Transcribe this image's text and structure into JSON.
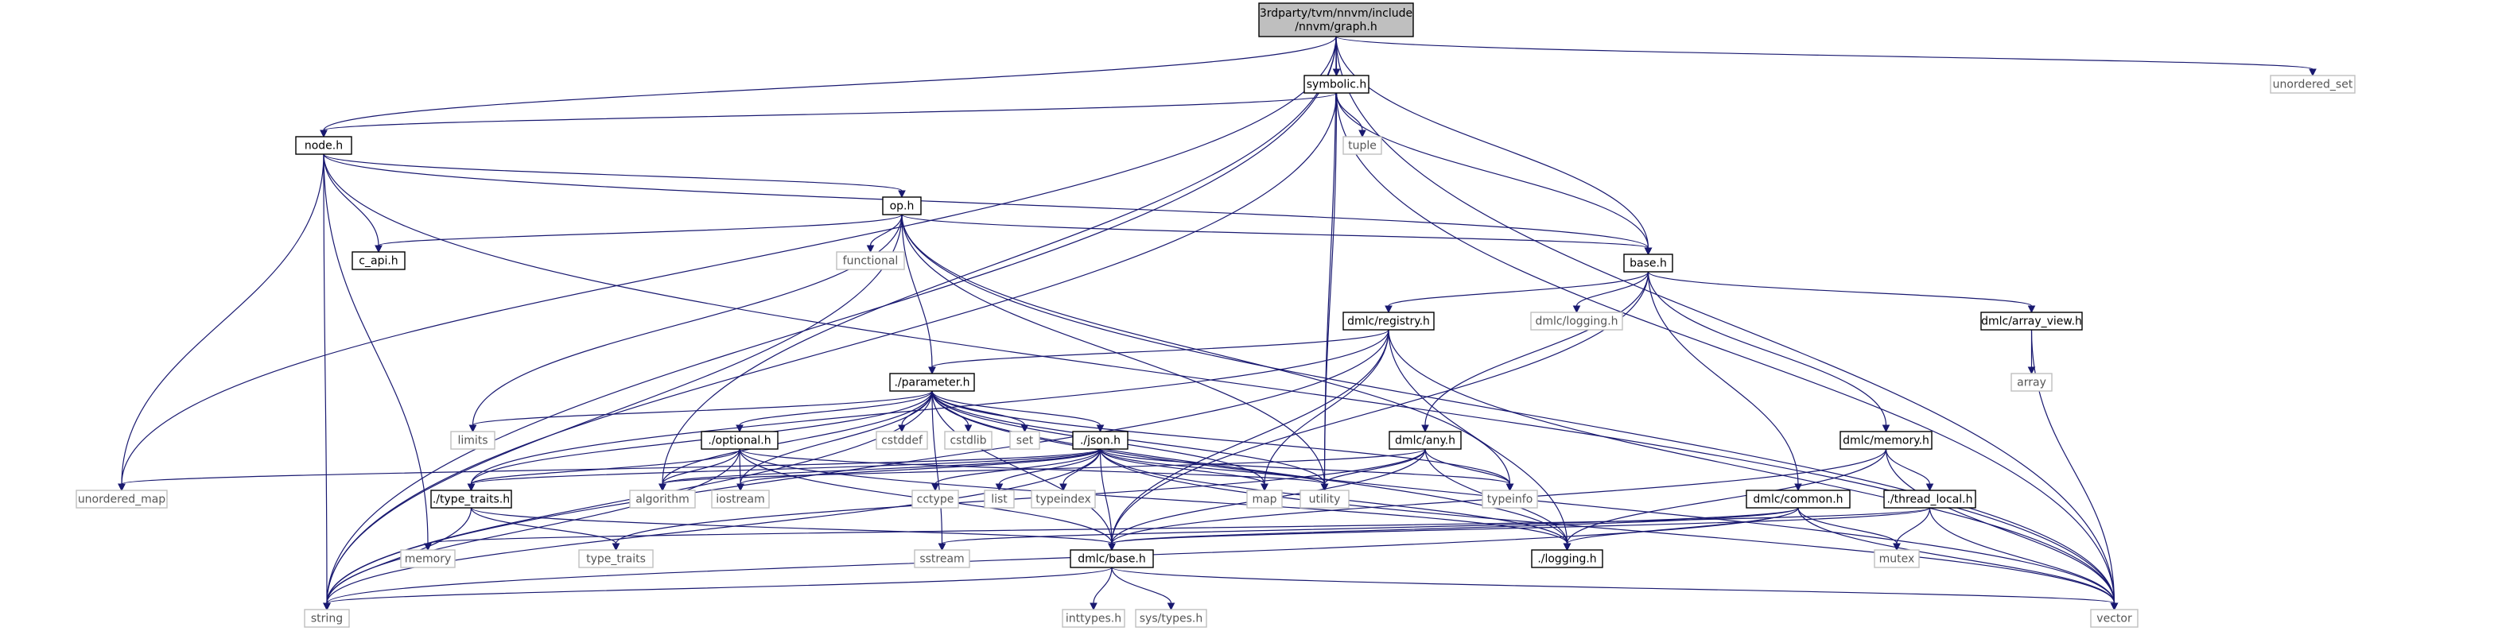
{
  "nodes": [
    {
      "id": "root",
      "kind": "root",
      "lines": [
        "3rdparty/tvm/nnvm/include",
        "/nnvm/graph.h"
      ]
    },
    {
      "id": "symbolic",
      "kind": "file",
      "lines": [
        "symbolic.h"
      ]
    },
    {
      "id": "node",
      "kind": "file",
      "lines": [
        "node.h"
      ]
    },
    {
      "id": "op",
      "kind": "file",
      "lines": [
        "op.h"
      ]
    },
    {
      "id": "c_api",
      "kind": "file",
      "lines": [
        "c_api.h"
      ]
    },
    {
      "id": "base",
      "kind": "file",
      "lines": [
        "base.h"
      ]
    },
    {
      "id": "dmlc_registry",
      "kind": "file",
      "lines": [
        "dmlc/registry.h"
      ]
    },
    {
      "id": "parameter",
      "kind": "file",
      "lines": [
        "./parameter.h"
      ]
    },
    {
      "id": "optional",
      "kind": "file",
      "lines": [
        "./optional.h"
      ]
    },
    {
      "id": "json",
      "kind": "file",
      "lines": [
        "./json.h"
      ]
    },
    {
      "id": "dmlc_any",
      "kind": "file",
      "lines": [
        "dmlc/any.h"
      ]
    },
    {
      "id": "dmlc_memory",
      "kind": "file",
      "lines": [
        "dmlc/memory.h"
      ]
    },
    {
      "id": "dmlc_array_view",
      "kind": "file",
      "lines": [
        "dmlc/array_view.h"
      ]
    },
    {
      "id": "dmlc_common",
      "kind": "file",
      "lines": [
        "dmlc/common.h"
      ]
    },
    {
      "id": "thread_local",
      "kind": "file",
      "lines": [
        "./thread_local.h"
      ]
    },
    {
      "id": "type_traits_h",
      "kind": "file",
      "lines": [
        "./type_traits.h"
      ]
    },
    {
      "id": "dmlc_base",
      "kind": "file",
      "lines": [
        "dmlc/base.h"
      ]
    },
    {
      "id": "logging_local",
      "kind": "file",
      "lines": [
        "./logging.h"
      ]
    },
    {
      "id": "unordered_set",
      "kind": "external",
      "lines": [
        "unordered_set"
      ]
    },
    {
      "id": "tuple",
      "kind": "external",
      "lines": [
        "tuple"
      ]
    },
    {
      "id": "functional",
      "kind": "external",
      "lines": [
        "functional"
      ]
    },
    {
      "id": "dmlc_logging",
      "kind": "external",
      "lines": [
        "dmlc/logging.h"
      ]
    },
    {
      "id": "array",
      "kind": "external",
      "lines": [
        "array"
      ]
    },
    {
      "id": "limits",
      "kind": "external",
      "lines": [
        "limits"
      ]
    },
    {
      "id": "cstddef",
      "kind": "external",
      "lines": [
        "cstddef"
      ]
    },
    {
      "id": "cstdlib",
      "kind": "external",
      "lines": [
        "cstdlib"
      ]
    },
    {
      "id": "set",
      "kind": "external",
      "lines": [
        "set"
      ]
    },
    {
      "id": "unordered_map",
      "kind": "external",
      "lines": [
        "unordered_map"
      ]
    },
    {
      "id": "algorithm",
      "kind": "external",
      "lines": [
        "algorithm"
      ]
    },
    {
      "id": "iostream",
      "kind": "external",
      "lines": [
        "iostream"
      ]
    },
    {
      "id": "cctype",
      "kind": "external",
      "lines": [
        "cctype"
      ]
    },
    {
      "id": "list",
      "kind": "external",
      "lines": [
        "list"
      ]
    },
    {
      "id": "typeindex",
      "kind": "external",
      "lines": [
        "typeindex"
      ]
    },
    {
      "id": "map",
      "kind": "external",
      "lines": [
        "map"
      ]
    },
    {
      "id": "utility",
      "kind": "external",
      "lines": [
        "utility"
      ]
    },
    {
      "id": "typeinfo",
      "kind": "external",
      "lines": [
        "typeinfo"
      ]
    },
    {
      "id": "memory",
      "kind": "external",
      "lines": [
        "memory"
      ]
    },
    {
      "id": "type_traits",
      "kind": "external",
      "lines": [
        "type_traits"
      ]
    },
    {
      "id": "sstream",
      "kind": "external",
      "lines": [
        "sstream"
      ]
    },
    {
      "id": "mutex",
      "kind": "external",
      "lines": [
        "mutex"
      ]
    },
    {
      "id": "string",
      "kind": "external",
      "lines": [
        "string"
      ]
    },
    {
      "id": "inttypes",
      "kind": "external",
      "lines": [
        "inttypes.h"
      ]
    },
    {
      "id": "sys_types",
      "kind": "external",
      "lines": [
        "sys/types.h"
      ]
    },
    {
      "id": "vector",
      "kind": "external",
      "lines": [
        "vector"
      ]
    }
  ],
  "edges": [
    [
      "root",
      "symbolic"
    ],
    [
      "root",
      "node"
    ],
    [
      "root",
      "base"
    ],
    [
      "root",
      "string"
    ],
    [
      "root",
      "unordered_map"
    ],
    [
      "root",
      "algorithm"
    ],
    [
      "root",
      "utility"
    ],
    [
      "root",
      "unordered_set"
    ],
    [
      "root",
      "vector"
    ],
    [
      "symbolic",
      "node"
    ],
    [
      "symbolic",
      "base"
    ],
    [
      "symbolic",
      "tuple"
    ],
    [
      "symbolic",
      "utility"
    ],
    [
      "symbolic",
      "string"
    ],
    [
      "symbolic",
      "vector"
    ],
    [
      "node",
      "op"
    ],
    [
      "node",
      "c_api"
    ],
    [
      "node",
      "base"
    ],
    [
      "node",
      "string"
    ],
    [
      "node",
      "unordered_map"
    ],
    [
      "node",
      "memory"
    ],
    [
      "node",
      "vector"
    ],
    [
      "op",
      "c_api"
    ],
    [
      "op",
      "base"
    ],
    [
      "op",
      "parameter"
    ],
    [
      "op",
      "functional"
    ],
    [
      "op",
      "string"
    ],
    [
      "op",
      "limits"
    ],
    [
      "op",
      "utility"
    ],
    [
      "op",
      "typeinfo"
    ],
    [
      "op",
      "vector"
    ],
    [
      "base",
      "dmlc_registry"
    ],
    [
      "base",
      "dmlc_logging"
    ],
    [
      "base",
      "dmlc_array_view"
    ],
    [
      "base",
      "dmlc_any"
    ],
    [
      "base",
      "dmlc_memory"
    ],
    [
      "base",
      "dmlc_common"
    ],
    [
      "base",
      "dmlc_base"
    ],
    [
      "dmlc_registry",
      "parameter"
    ],
    [
      "dmlc_registry",
      "type_traits_h"
    ],
    [
      "dmlc_registry",
      "map"
    ],
    [
      "dmlc_registry",
      "string"
    ],
    [
      "dmlc_registry",
      "vector"
    ],
    [
      "dmlc_registry",
      "dmlc_base"
    ],
    [
      "dmlc_registry",
      "logging_local"
    ],
    [
      "parameter",
      "optional"
    ],
    [
      "parameter",
      "json"
    ],
    [
      "parameter",
      "type_traits_h"
    ],
    [
      "parameter",
      "dmlc_base"
    ],
    [
      "parameter",
      "logging_local"
    ],
    [
      "parameter",
      "limits"
    ],
    [
      "parameter",
      "cstddef"
    ],
    [
      "parameter",
      "cstdlib"
    ],
    [
      "parameter",
      "set"
    ],
    [
      "parameter",
      "algorithm"
    ],
    [
      "parameter",
      "iostream"
    ],
    [
      "parameter",
      "map"
    ],
    [
      "parameter",
      "utility"
    ],
    [
      "parameter",
      "typeinfo"
    ],
    [
      "parameter",
      "string"
    ],
    [
      "parameter",
      "sstream"
    ],
    [
      "parameter",
      "vector"
    ],
    [
      "optional",
      "type_traits_h"
    ],
    [
      "optional",
      "dmlc_base"
    ],
    [
      "optional",
      "logging_local"
    ],
    [
      "optional",
      "algorithm"
    ],
    [
      "optional",
      "iostream"
    ],
    [
      "optional",
      "string"
    ],
    [
      "optional",
      "utility"
    ],
    [
      "json",
      "type_traits_h"
    ],
    [
      "json",
      "dmlc_base"
    ],
    [
      "json",
      "logging_local"
    ],
    [
      "json",
      "unordered_map"
    ],
    [
      "json",
      "algorithm"
    ],
    [
      "json",
      "iostream"
    ],
    [
      "json",
      "cctype"
    ],
    [
      "json",
      "list"
    ],
    [
      "json",
      "typeindex"
    ],
    [
      "json",
      "map"
    ],
    [
      "json",
      "utility"
    ],
    [
      "json",
      "typeinfo"
    ],
    [
      "json",
      "string"
    ],
    [
      "json",
      "vector"
    ],
    [
      "dmlc_any",
      "dmlc_base"
    ],
    [
      "dmlc_any",
      "logging_local"
    ],
    [
      "dmlc_any",
      "utility"
    ],
    [
      "dmlc_any",
      "typeinfo"
    ],
    [
      "dmlc_any",
      "type_traits"
    ],
    [
      "dmlc_any",
      "algorithm"
    ],
    [
      "dmlc_memory",
      "dmlc_base"
    ],
    [
      "dmlc_memory",
      "thread_local"
    ],
    [
      "dmlc_memory",
      "logging_local"
    ],
    [
      "dmlc_memory",
      "vector"
    ],
    [
      "dmlc_array_view",
      "array"
    ],
    [
      "dmlc_array_view",
      "vector"
    ],
    [
      "dmlc_common",
      "dmlc_base"
    ],
    [
      "dmlc_common",
      "logging_local"
    ],
    [
      "dmlc_common",
      "mutex"
    ],
    [
      "dmlc_common",
      "string"
    ],
    [
      "dmlc_common",
      "sstream"
    ],
    [
      "dmlc_common",
      "vector"
    ],
    [
      "thread_local",
      "dmlc_base"
    ],
    [
      "thread_local",
      "mutex"
    ],
    [
      "thread_local",
      "memory"
    ],
    [
      "thread_local",
      "vector"
    ],
    [
      "type_traits_h",
      "dmlc_base"
    ],
    [
      "type_traits_h",
      "type_traits"
    ],
    [
      "type_traits_h",
      "string"
    ],
    [
      "dmlc_base",
      "inttypes"
    ],
    [
      "dmlc_base",
      "sys_types"
    ],
    [
      "dmlc_base",
      "string"
    ],
    [
      "dmlc_base",
      "vector"
    ]
  ]
}
